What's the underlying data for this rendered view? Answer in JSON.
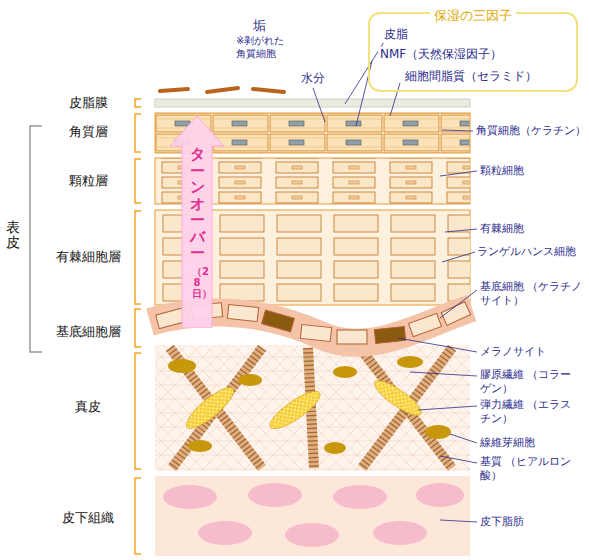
{
  "diagram": {
    "nodes": [
      {
        "text": [
          "保湿の三因子",
          "皮脂",
          "NMF（天然保湿因子）",
          "細胞間脂質（セラミド）"
        ]
      },
      {
        "text": [
          "ターンオーバー",
          "（28日）"
        ]
      }
    ],
    "labels": [
      "垢",
      "※剥がれた 角質細胞",
      "水分",
      "皮脂膜",
      "角質層",
      "顆粒層",
      "有棘細胞層",
      "基底細胞層",
      "表皮",
      "真皮",
      "皮下組織",
      "角質細胞（ケラチン）",
      "顆粒細胞",
      "有棘細胞",
      "ランゲルハンス細胞",
      "基底細胞 （ケラチノサイト）",
      "メラノサイト",
      "膠原繊維 （コラーゲン）",
      "弾力繊維 （エラスチン）",
      "線維芽細胞",
      "基質 （ヒアルロン酸）",
      "皮下脂肪"
    ]
  }
}
